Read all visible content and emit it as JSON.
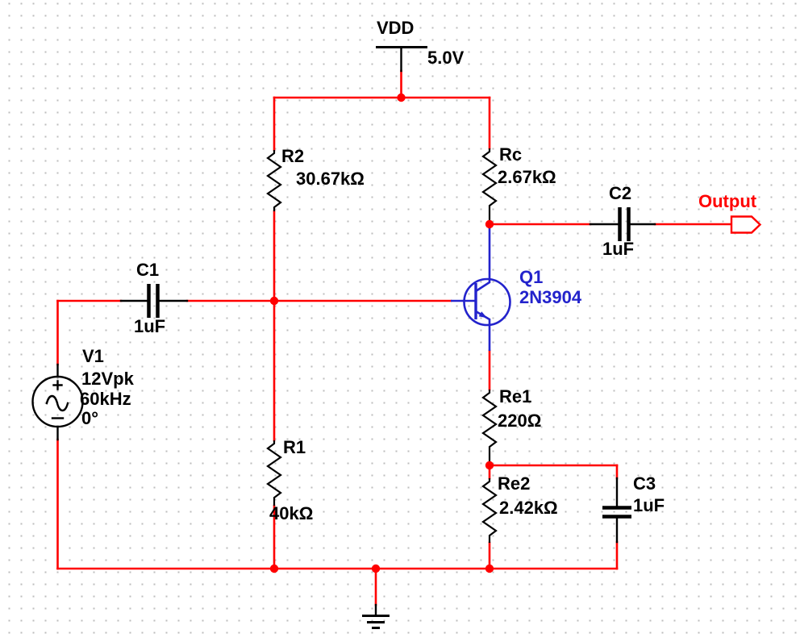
{
  "colors": {
    "wire": "#ff0000",
    "symbol": "#000000",
    "transistor": "#2323cc",
    "output_text": "#ff0000",
    "text": "#000000",
    "grid_dot": "#bdbdbd"
  },
  "power": {
    "net": "VDD",
    "voltage": "5.0V"
  },
  "components": {
    "r2": {
      "ref": "R2",
      "value": "30.67kΩ"
    },
    "rc": {
      "ref": "Rc",
      "value": "2.67kΩ"
    },
    "r1": {
      "ref": "R1",
      "value": "40kΩ"
    },
    "re1": {
      "ref": "Re1",
      "value": "220Ω"
    },
    "re2": {
      "ref": "Re2",
      "value": "2.42kΩ"
    },
    "c1": {
      "ref": "C1",
      "value": "1uF"
    },
    "c2": {
      "ref": "C2",
      "value": "1uF"
    },
    "c3": {
      "ref": "C3",
      "value": "1uF"
    },
    "q1": {
      "ref": "Q1",
      "value": "2N3904"
    },
    "v1": {
      "ref": "V1",
      "amplitude": "12Vpk",
      "frequency": "60kHz",
      "phase": "0°"
    }
  },
  "connectors": {
    "output": {
      "label": "Output"
    }
  }
}
